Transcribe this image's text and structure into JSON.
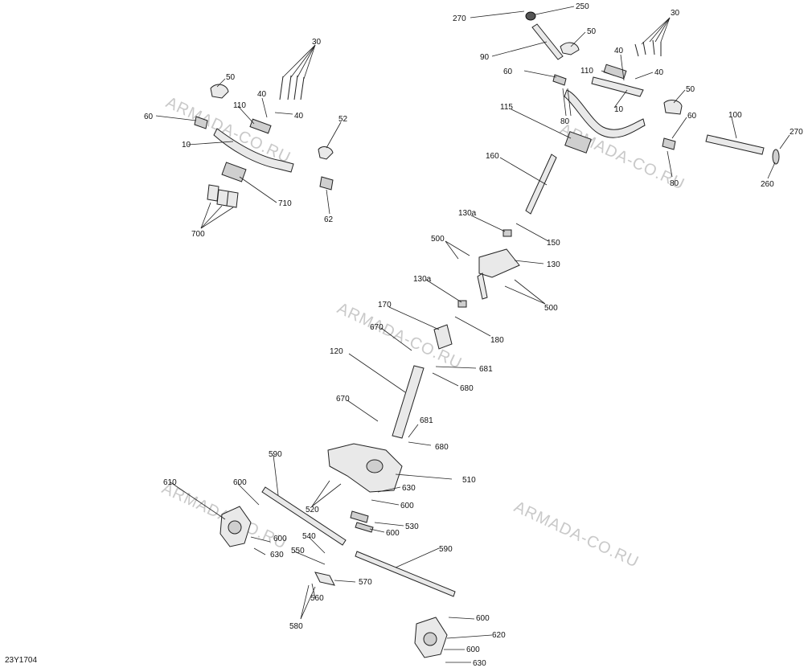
{
  "diagram": {
    "drawing_code": "23Y1704",
    "watermark": "ARMADA-CO.RU",
    "callouts": [
      "270",
      "250",
      "30",
      "50",
      "90",
      "40",
      "40",
      "60",
      "110",
      "10",
      "80",
      "50",
      "115",
      "60",
      "100",
      "270",
      "80",
      "260",
      "50",
      "30",
      "40",
      "40",
      "110",
      "60",
      "10",
      "52",
      "710",
      "62",
      "700",
      "160",
      "130a",
      "150",
      "500",
      "130",
      "130a",
      "500",
      "170",
      "180",
      "670",
      "120",
      "681",
      "680",
      "670",
      "681",
      "680",
      "510",
      "590",
      "600",
      "610",
      "630",
      "520",
      "600",
      "530",
      "600",
      "540",
      "600",
      "630",
      "550",
      "570",
      "590",
      "560",
      "580",
      "600",
      "620",
      "600",
      "630"
    ]
  }
}
